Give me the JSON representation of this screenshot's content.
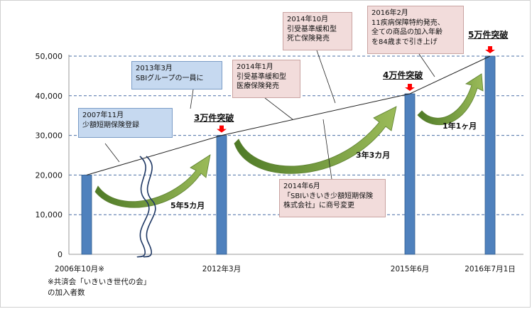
{
  "chart_data": {
    "type": "bar",
    "categories": [
      "2006年10月※",
      "2012年3月",
      "2015年6月",
      "2016年7月1日"
    ],
    "values": [
      20000,
      30000,
      40500,
      50000
    ],
    "ylim": [
      0,
      50000
    ],
    "yticks": [
      "0",
      "10,000",
      "20,000",
      "30,000",
      "40,000",
      "50,000"
    ],
    "ytick_values": [
      0,
      10000,
      20000,
      30000,
      40000,
      50000
    ],
    "grid": true,
    "bar_color": "#4f81bd"
  },
  "callouts": [
    {
      "lines": [
        "2007年11月",
        "少額短期保険登録"
      ],
      "color": "blue"
    },
    {
      "lines": [
        "2013年3月",
        "SBIグループの一員に"
      ],
      "color": "blue"
    },
    {
      "lines": [
        "2014年1月",
        "引受基準緩和型",
        "医療保険発売"
      ],
      "color": "pink"
    },
    {
      "lines": [
        "2014年10月",
        "引受基準緩和型",
        "死亡保険発売"
      ],
      "color": "pink"
    },
    {
      "lines": [
        "2016年2月",
        "11疾病保障特約発売、",
        "全ての商品の加入年齢",
        "を84歳まで引き上げ"
      ],
      "color": "pink"
    },
    {
      "lines": [
        "2014年6月",
        "「SBIいきいき少額短期保険",
        "株式会社」に商号変更"
      ],
      "color": "pink"
    }
  ],
  "milestones": [
    "3万件突破",
    "4万件突破",
    "5万件突破"
  ],
  "durations": [
    "5年5カ月",
    "3年3カ月",
    "1年1ヶ月"
  ],
  "footnote": [
    "※共済会「いきいき世代の会」",
    "の加入者数"
  ],
  "colors": {
    "arrow_green": "#9bbb59",
    "arrow_dark": "#4e7a27",
    "marker_red": "#ff0000",
    "grid": "#4a6fa5",
    "blue_box": "#c6d9f0",
    "pink_box": "#f2dcdb"
  }
}
